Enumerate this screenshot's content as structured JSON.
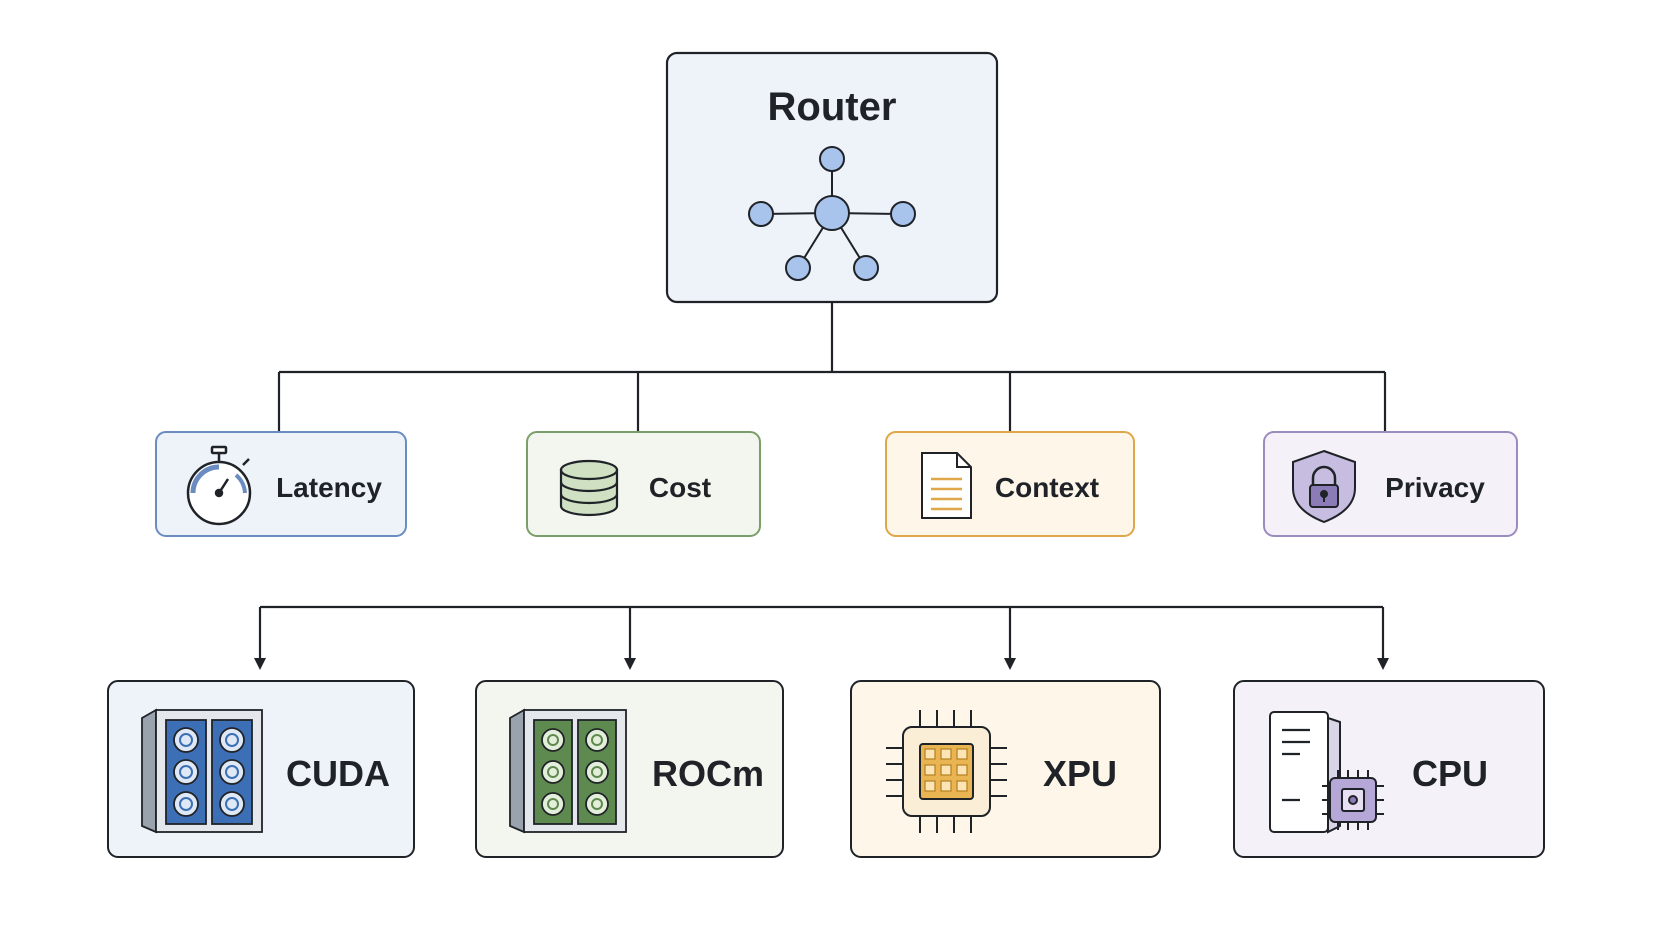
{
  "router": {
    "label": "Router",
    "icon": "network-hub-icon"
  },
  "criteria": [
    {
      "id": "latency",
      "label": "Latency",
      "icon": "stopwatch-icon"
    },
    {
      "id": "cost",
      "label": "Cost",
      "icon": "database-icon"
    },
    {
      "id": "context",
      "label": "Context",
      "icon": "document-icon"
    },
    {
      "id": "privacy",
      "label": "Privacy",
      "icon": "shield-lock-icon"
    }
  ],
  "backends": [
    {
      "id": "cuda",
      "label": "CUDA",
      "icon": "gpu-server-icon"
    },
    {
      "id": "rocm",
      "label": "ROCm",
      "icon": "gpu-server-icon"
    },
    {
      "id": "xpu",
      "label": "XPU",
      "icon": "chip-icon"
    },
    {
      "id": "cpu",
      "label": "CPU",
      "icon": "cpu-server-icon"
    }
  ],
  "colors": {
    "router_fill": "#eef3f9",
    "blue_accent": "#a9c4ec",
    "blue_border": "#6b8cc0",
    "green_fill": "#f2f6ee",
    "green_border": "#7a9e6a",
    "orange_fill": "#fdf6e9",
    "orange_border": "#e0a64a",
    "purple_fill": "#f4f1f9",
    "purple_border": "#9a8cbf",
    "line": "#1f2328"
  }
}
